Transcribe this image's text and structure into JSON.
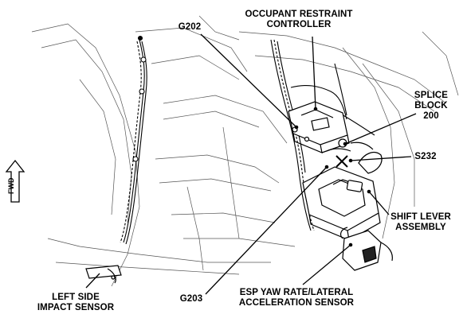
{
  "labels": {
    "occupant_restraint_controller": [
      "OCCUPANT RESTRAINT",
      "CONTROLLER"
    ],
    "g202": "G202",
    "splice_block_200": [
      "SPLICE",
      "BLOCK",
      "200"
    ],
    "s232": "S232",
    "shift_lever_assembly": [
      "SHIFT LEVER",
      "ASSEMBLY"
    ],
    "esp_yaw_sensor": [
      "ESP YAW RATE/LATERAL",
      "ACCELERATION SENSOR"
    ],
    "g203": "G203",
    "left_side_impact_sensor": [
      "LEFT SIDE",
      "IMPACT SENSOR"
    ],
    "fwd": "FWD"
  },
  "icons": {
    "fwd_arrow": "up-arrow-icon"
  }
}
